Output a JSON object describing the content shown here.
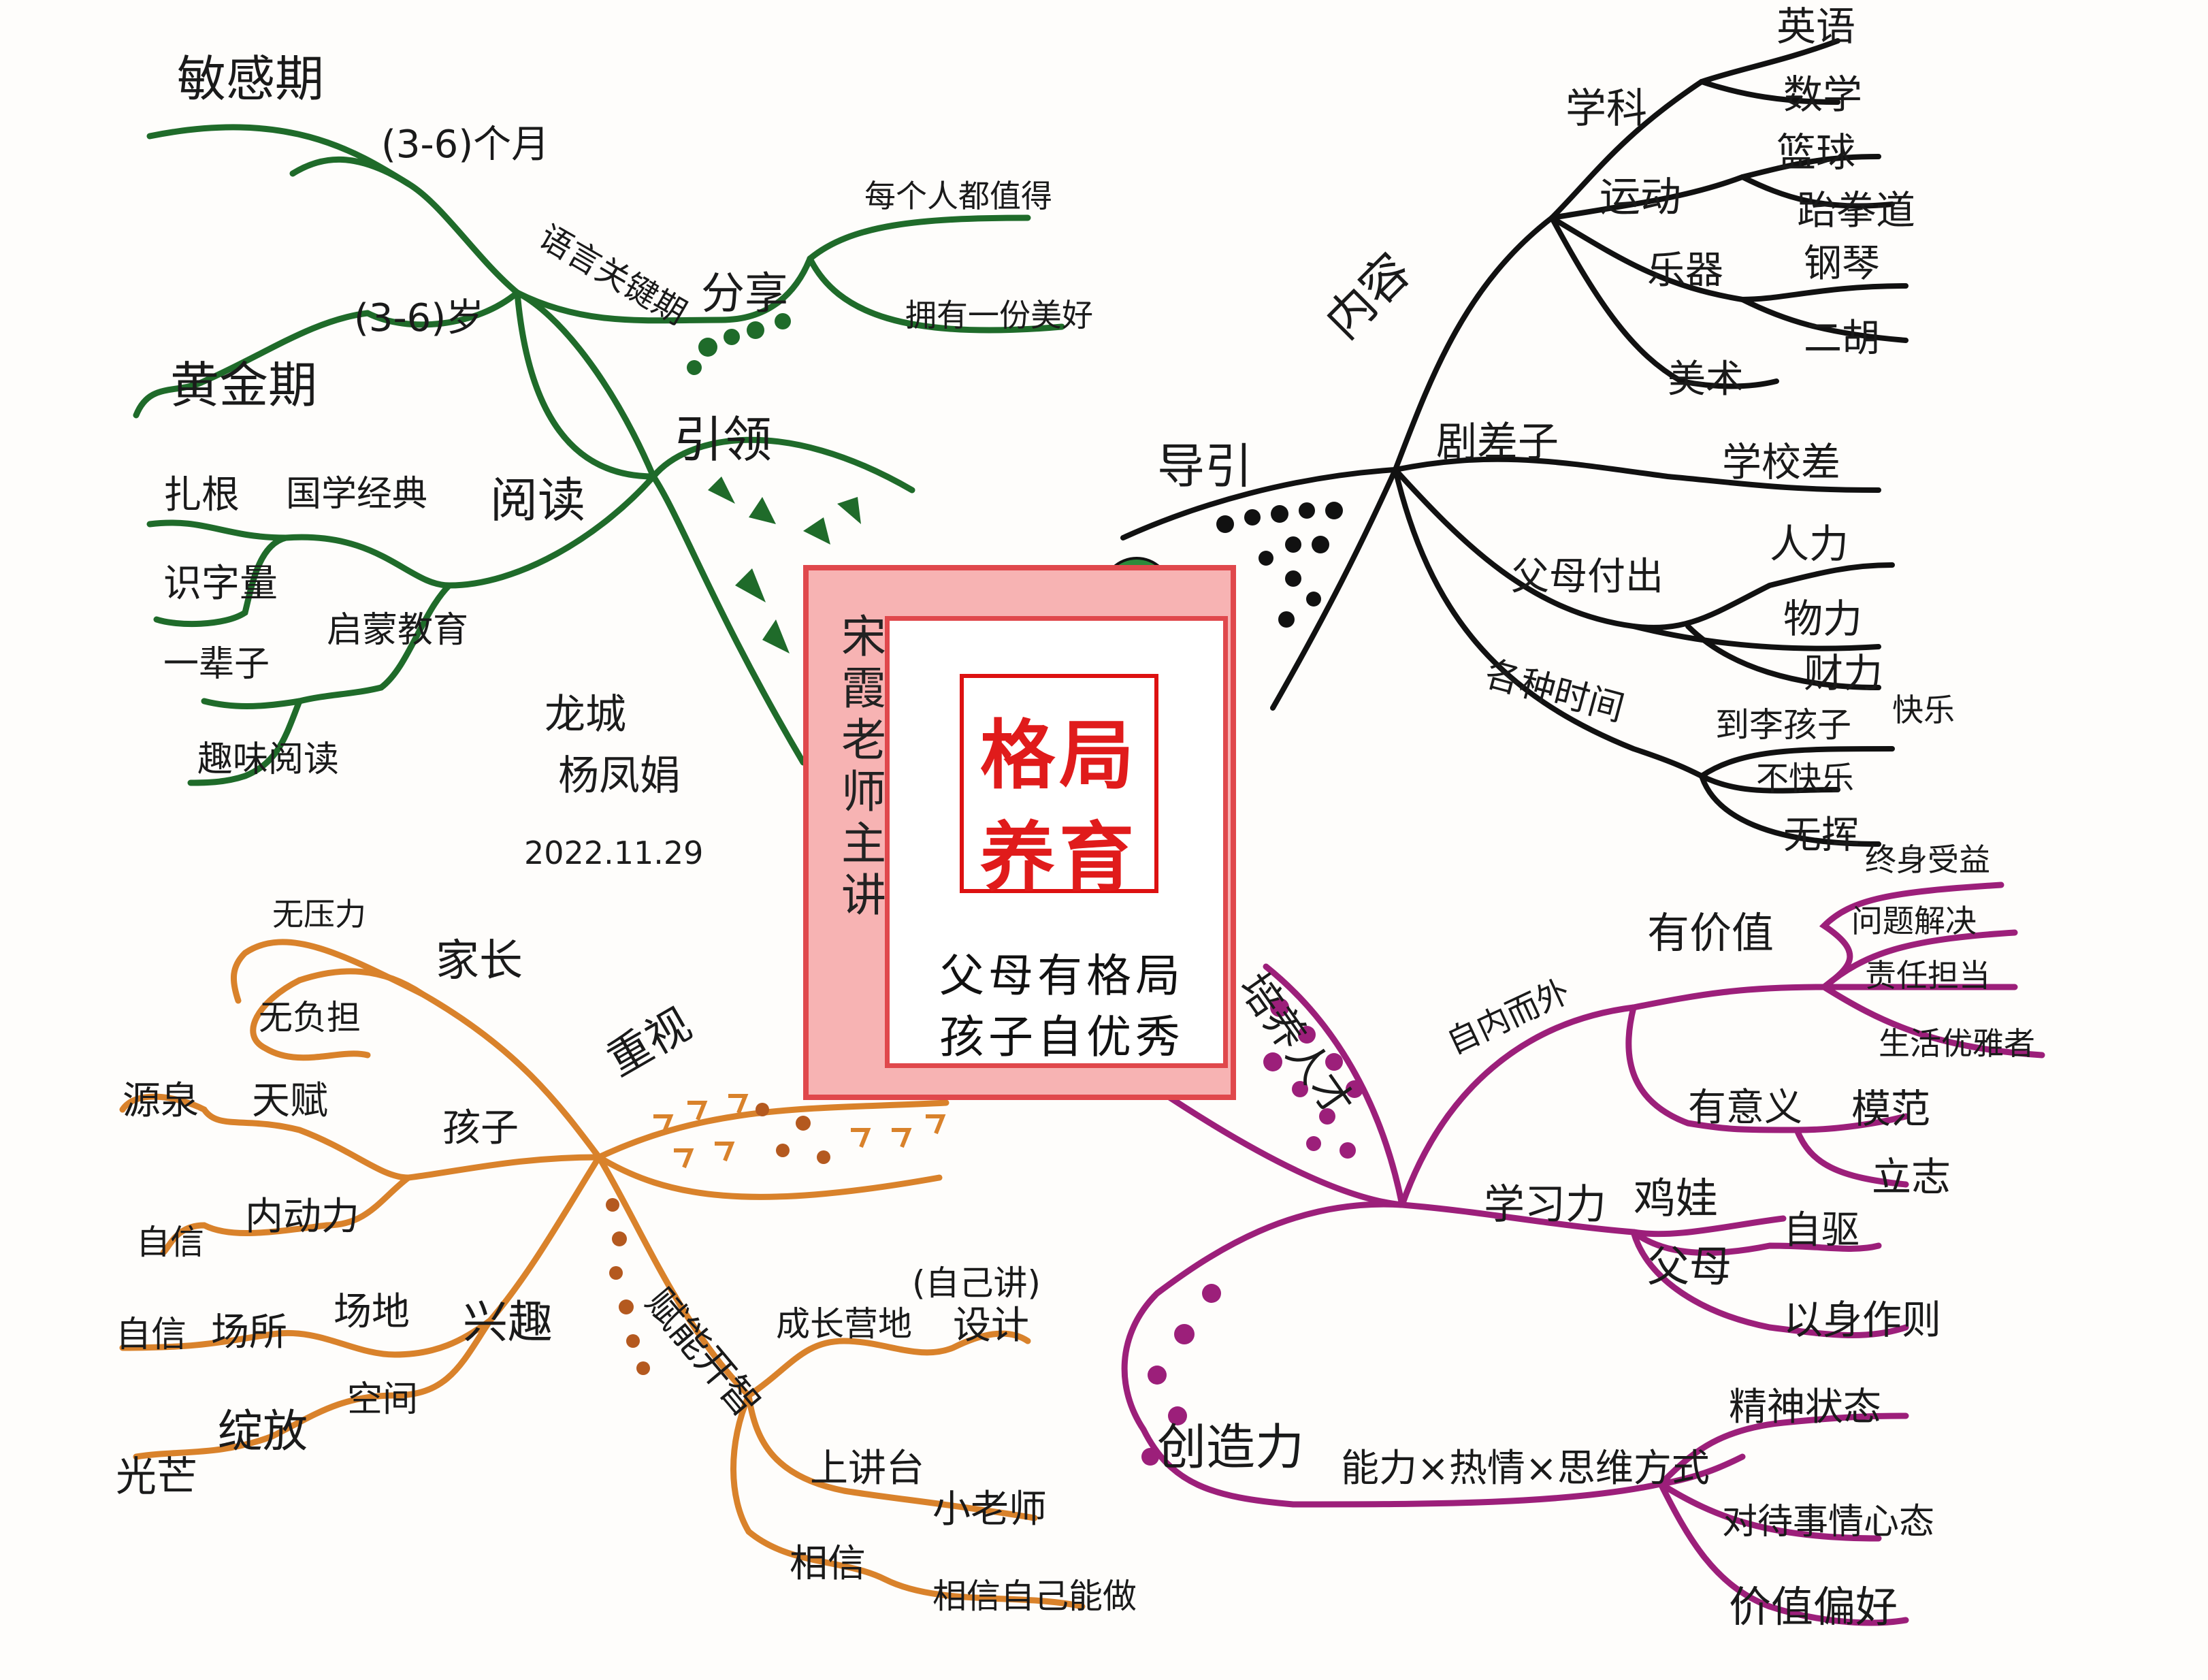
{
  "center": {
    "title_line1": "格局",
    "title_line2": "养育",
    "speaker": "宋霞老师主讲",
    "subtitle1": "父母有格局",
    "subtitle2": "孩子自优秀"
  },
  "author": {
    "city": "龙城",
    "name": "杨凤娟",
    "date": "2022.11.29"
  },
  "green": {
    "color": "#1f6b2a",
    "main": "引领",
    "share": "分享",
    "share_items": [
      "每个人都值得",
      "拥有一份美好"
    ],
    "brain": "语言关键期",
    "age1": "(3-6)个月",
    "age2": "(3-6)岁",
    "sensitive": "敏感期",
    "golden": "黄金期",
    "reading": "阅读",
    "classics": "国学经典",
    "classics_items": [
      "扎根",
      "识字量"
    ],
    "picture_books": "启蒙教育",
    "picture_items": [
      "一辈子",
      "趣味阅读"
    ]
  },
  "black": {
    "color": "#111111",
    "main": "导引",
    "content": "内容",
    "subjects": "学科",
    "subjects_items": [
      "英语",
      "数学"
    ],
    "sports": "运动",
    "sports_items": [
      "篮球",
      "跆拳道"
    ],
    "arts": "乐器",
    "arts_items": [
      "钢琴",
      "二胡"
    ],
    "art": "美术",
    "gap": "剧差子",
    "gap_item": "学校差",
    "parents": "父母付出",
    "parents_items": [
      "人力",
      "物力",
      "财力"
    ],
    "time": "各种时间",
    "time_items": [
      "到李孩子",
      "不快乐",
      "无挥"
    ],
    "happy": "快乐"
  },
  "orange": {
    "color": "#d9822b",
    "main": "重视",
    "parent": "家长",
    "parent_items": [
      "无压力",
      "无负担"
    ],
    "child": "孩子",
    "child_items": [
      "天赋",
      "源泉"
    ],
    "motivation": "内动力",
    "confidence": "自信",
    "interest": "兴趣",
    "interest_items": [
      "场地",
      "空间"
    ],
    "venue": "场所",
    "release": "绽放",
    "self1": "自信",
    "light": "光芒",
    "empower": "赋能开智",
    "design_note": "(自己讲)",
    "design": "设计",
    "summer": "成长营地",
    "stage": "上讲台",
    "teacher": "小老师",
    "believe": "相信",
    "self_belief": "相信自己能做"
  },
  "purple": {
    "color": "#9c1f7a",
    "main": "培养人才",
    "inner": "自内而外",
    "value": "有价值",
    "value_items": [
      "终身受益",
      "问题解决",
      "责任担当",
      "生活优雅者"
    ],
    "meaning": "有意义",
    "meaning_items": [
      "模范",
      "立志"
    ],
    "learning": "学习力",
    "chicken": "鸡娃",
    "self_drive": "自驱",
    "parents": "父母",
    "example": "以身作则",
    "creativity": "创造力",
    "formula": "能力×热情×思维方式",
    "formula_items": [
      "精神状态",
      "对待事情心态",
      "价值偏好"
    ]
  }
}
